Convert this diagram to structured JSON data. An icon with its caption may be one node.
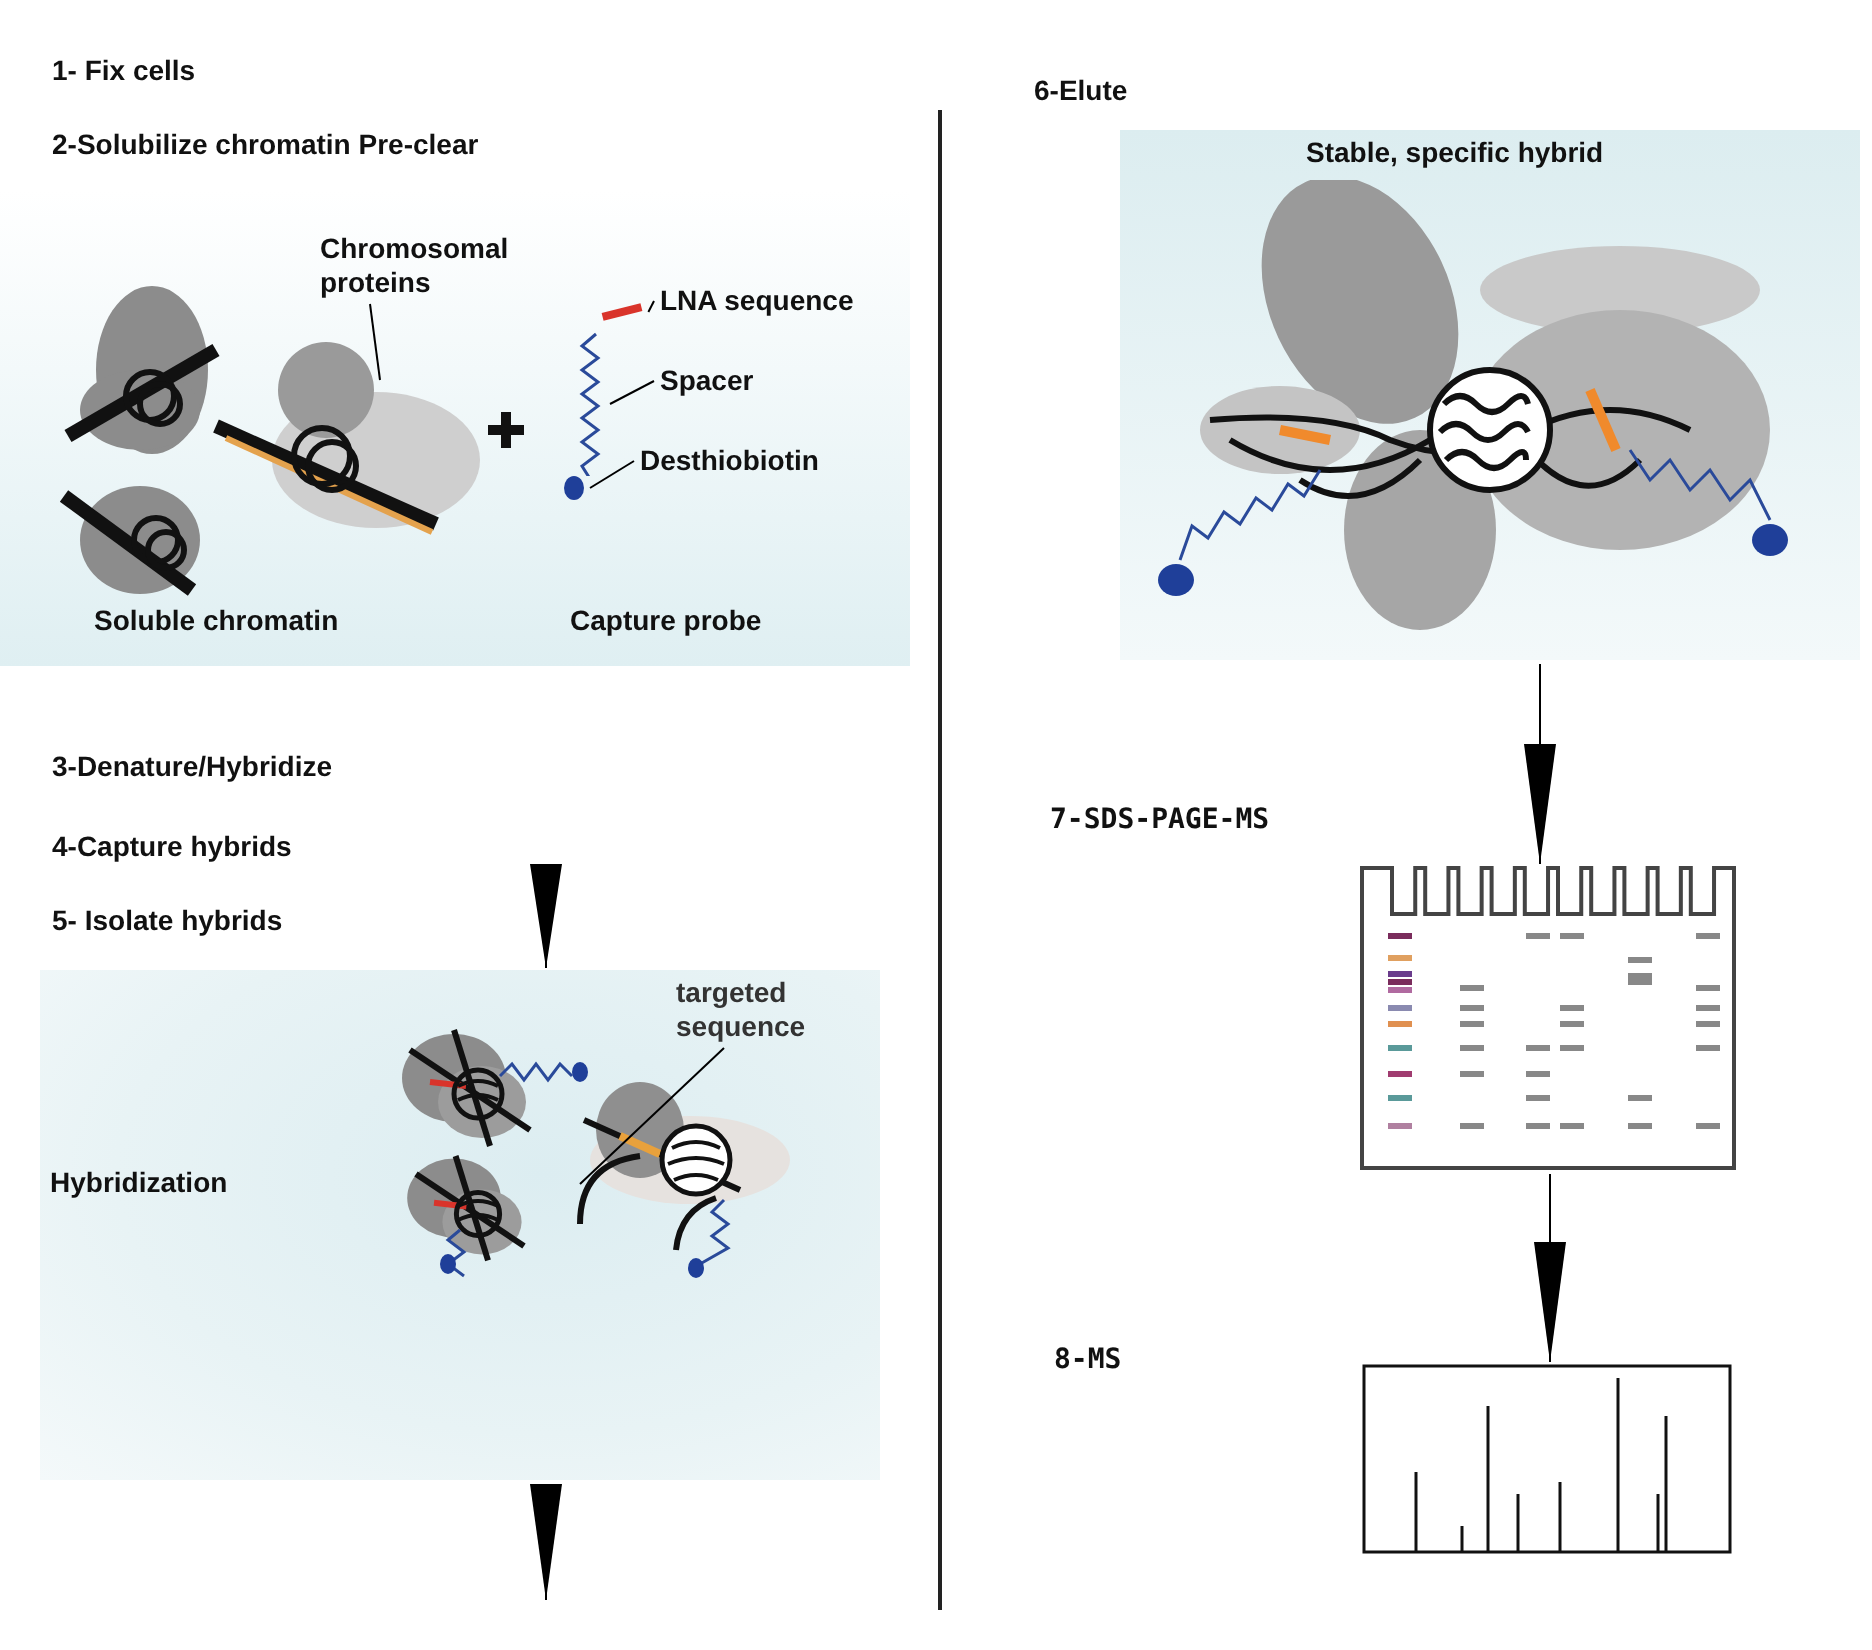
{
  "diagram": {
    "nodes": [
      {
        "text": [
          "Chromosomal proteins"
        ]
      },
      {
        "text": [
          "LNA sequence"
        ]
      },
      {
        "text": [
          "Spacer"
        ]
      },
      {
        "text": [
          "Desthiobiotin"
        ]
      },
      {
        "text": [
          "Hybridization"
        ]
      },
      {
        "text": [
          "targeted sequence"
        ],
        "in": 4
      },
      {
        "text": [
          "Stable, specific hybrid"
        ]
      },
      {
        "text": [],
        "shape": "picture"
      },
      {
        "text": [],
        "shape": "picture"
      },
      {
        "text": [],
        "shape": "bar"
      },
      {
        "text": [],
        "shape": "picture"
      },
      {
        "text": [],
        "shape": "circle"
      }
    ],
    "edges": [
      {
        "from": 0,
        "to": null,
        "arrow": "none"
      },
      {
        "from": 1,
        "to": 9,
        "arrow": "none"
      },
      {
        "from": 2,
        "to": 10,
        "arrow": "none"
      },
      {
        "from": 3,
        "to": 11,
        "arrow": "none"
      },
      {
        "from": null,
        "to": 4,
        "arrow": "to"
      },
      {
        "from": 5,
        "to": null,
        "arrow": "none"
      },
      {
        "from": 4,
        "to": null,
        "arrow": "to"
      },
      {
        "from": 6,
        "to": 7,
        "arrow": "to"
      },
      {
        "from": 7,
        "to": 8,
        "arrow": "to"
      }
    ],
    "labels": [
      "1- Fix cells",
      "2-Solubilize chromatin Pre-clear",
      "Soluble chromatin",
      "Capture probe",
      "3-Denature/Hybridize",
      "4-Capture hybrids",
      "5- Isolate hybrids",
      "6-Elute",
      "7-SDS-PAGE-MS",
      "8-MS"
    ]
  }
}
